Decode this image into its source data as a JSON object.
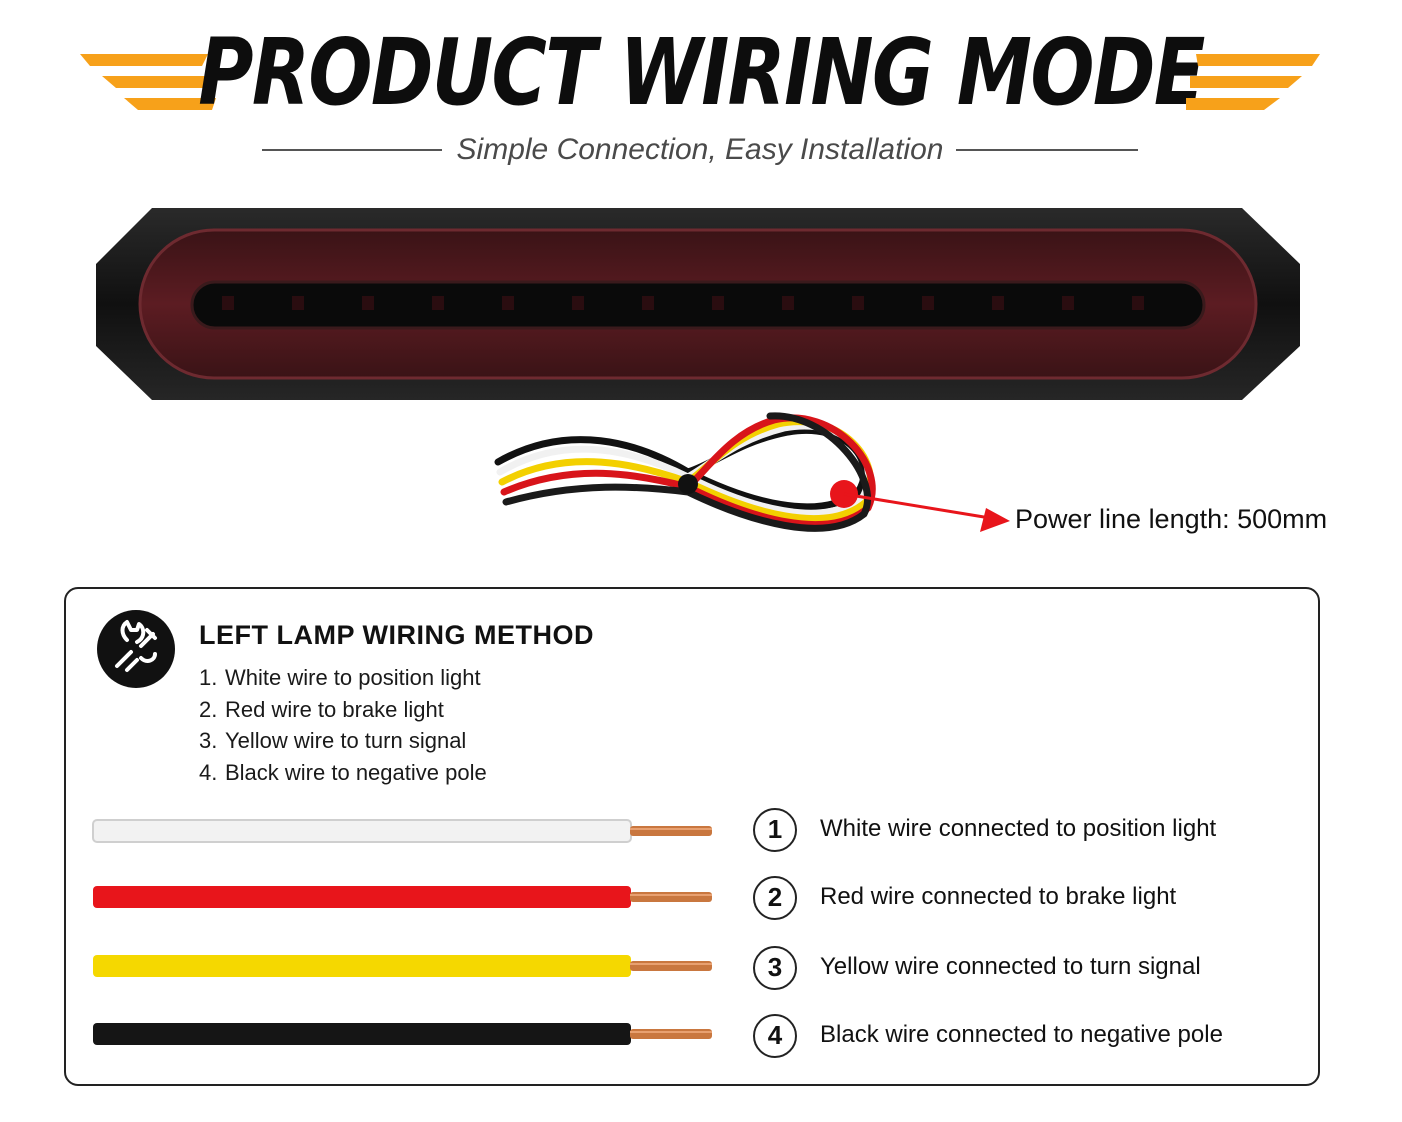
{
  "header": {
    "title": "PRODUCT WIRING MODE",
    "subtitle": "Simple Connection, Easy Installation",
    "accent_color": "#f7a11a"
  },
  "product": {
    "power_line_label": "Power line length: 500mm"
  },
  "panel": {
    "icon": "wrench-plug-icon",
    "title": "LEFT LAMP WIRING METHOD",
    "steps": [
      {
        "num": "1.",
        "text": "White wire to position light"
      },
      {
        "num": "2.",
        "text": "Red wire to brake light"
      },
      {
        "num": "3.",
        "text": "Yellow wire to turn signal"
      },
      {
        "num": "4.",
        "text": "Black wire to negative pole"
      }
    ],
    "wires": [
      {
        "num": "1",
        "text": "White wire connected to position light",
        "color": "#f2f2f2"
      },
      {
        "num": "2",
        "text": "Red wire connected to brake light",
        "color": "#e8151b"
      },
      {
        "num": "3",
        "text": "Yellow wire connected to turn signal",
        "color": "#f5d800"
      },
      {
        "num": "4",
        "text": "Black wire connected to negative pole",
        "color": "#151515"
      }
    ]
  }
}
